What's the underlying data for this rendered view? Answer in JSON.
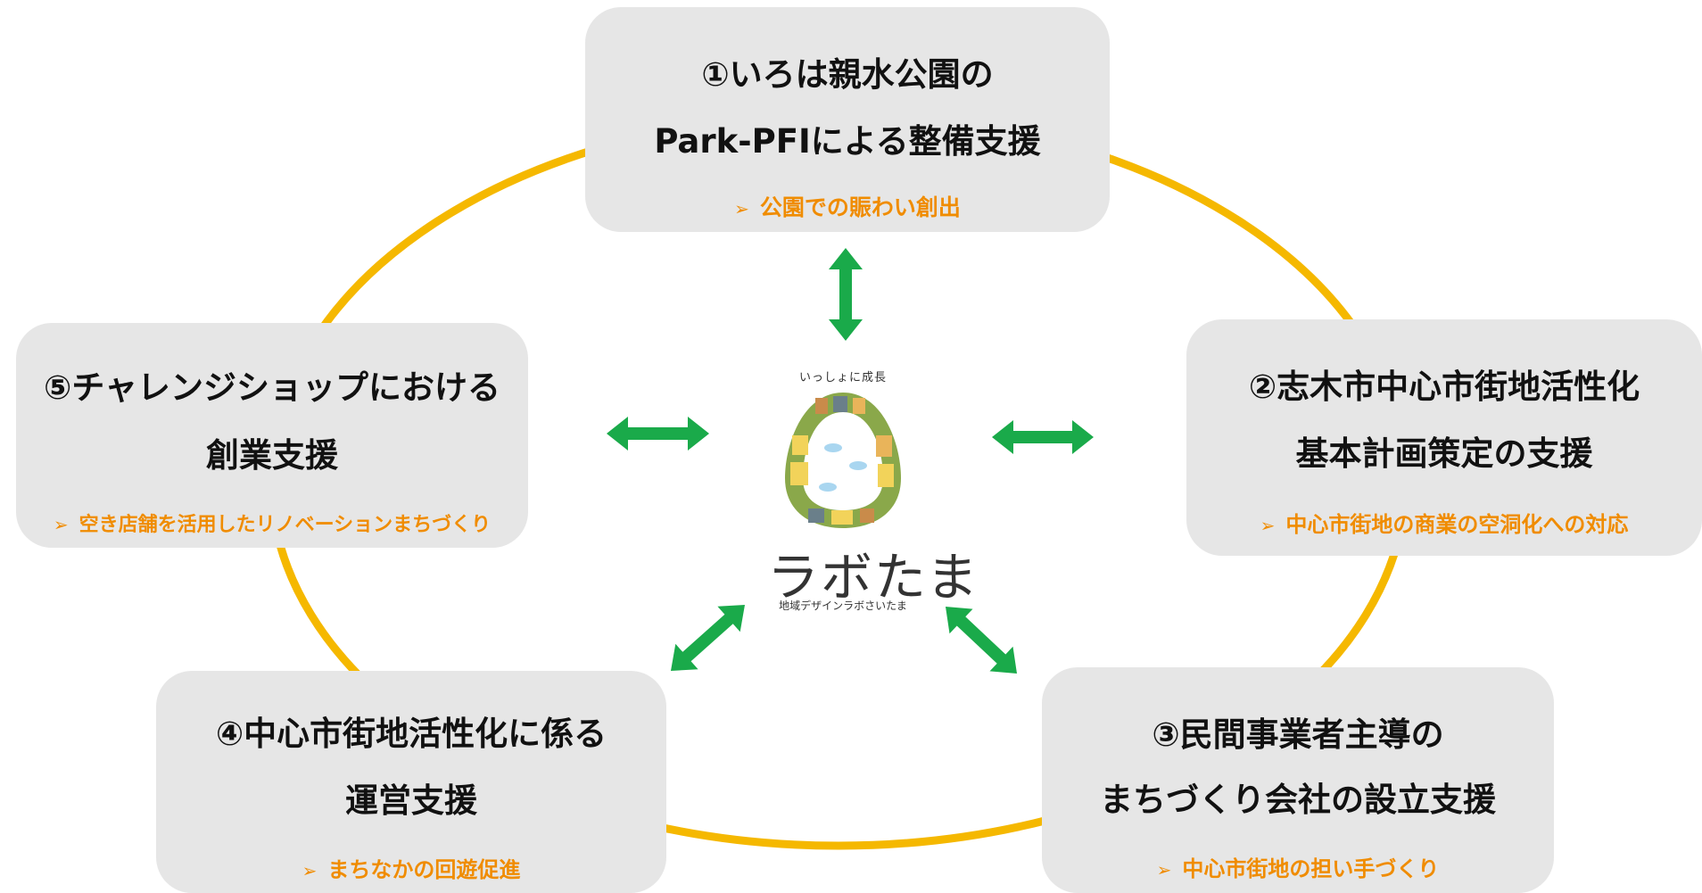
{
  "colors": {
    "ring": "#f5b800",
    "arrow": "#1aaa4a",
    "box_bg": "#e6e6e6",
    "accent": "#f08c00"
  },
  "center": {
    "tagline": "いっしょに成長",
    "logo_name": "ラボたま",
    "logo_fullname": "地域デザインラボさいたま",
    "logo_icon": "egg-town-illustration-icon"
  },
  "boxes": [
    {
      "id": "park",
      "line1": "①いろは親水公園の",
      "line2": "Park-PFIによる整備支援",
      "bullet": "➢",
      "sub": "公園での賑わい創出"
    },
    {
      "id": "plan",
      "line1": "②志木市中心市街地活性化",
      "line2": "基本計画策定の支援",
      "bullet": "➢",
      "sub": "中心市街地の商業の空洞化への対応"
    },
    {
      "id": "company",
      "line1": "③民間事業者主導の",
      "line2": "まちづくり会社の設立支援",
      "bullet": "➢",
      "sub": "中心市街地の担い手づくり"
    },
    {
      "id": "operation",
      "line1": "④中心市街地活性化に係る",
      "line2": "運営支援",
      "bullet": "➢",
      "sub": "まちなかの回遊促進"
    },
    {
      "id": "shop",
      "line1": "⑤チャレンジショップにおける",
      "line2": "創業支援",
      "bullet": "➢",
      "sub": "空き店舗を活用したリノベーションまちづくり"
    }
  ]
}
